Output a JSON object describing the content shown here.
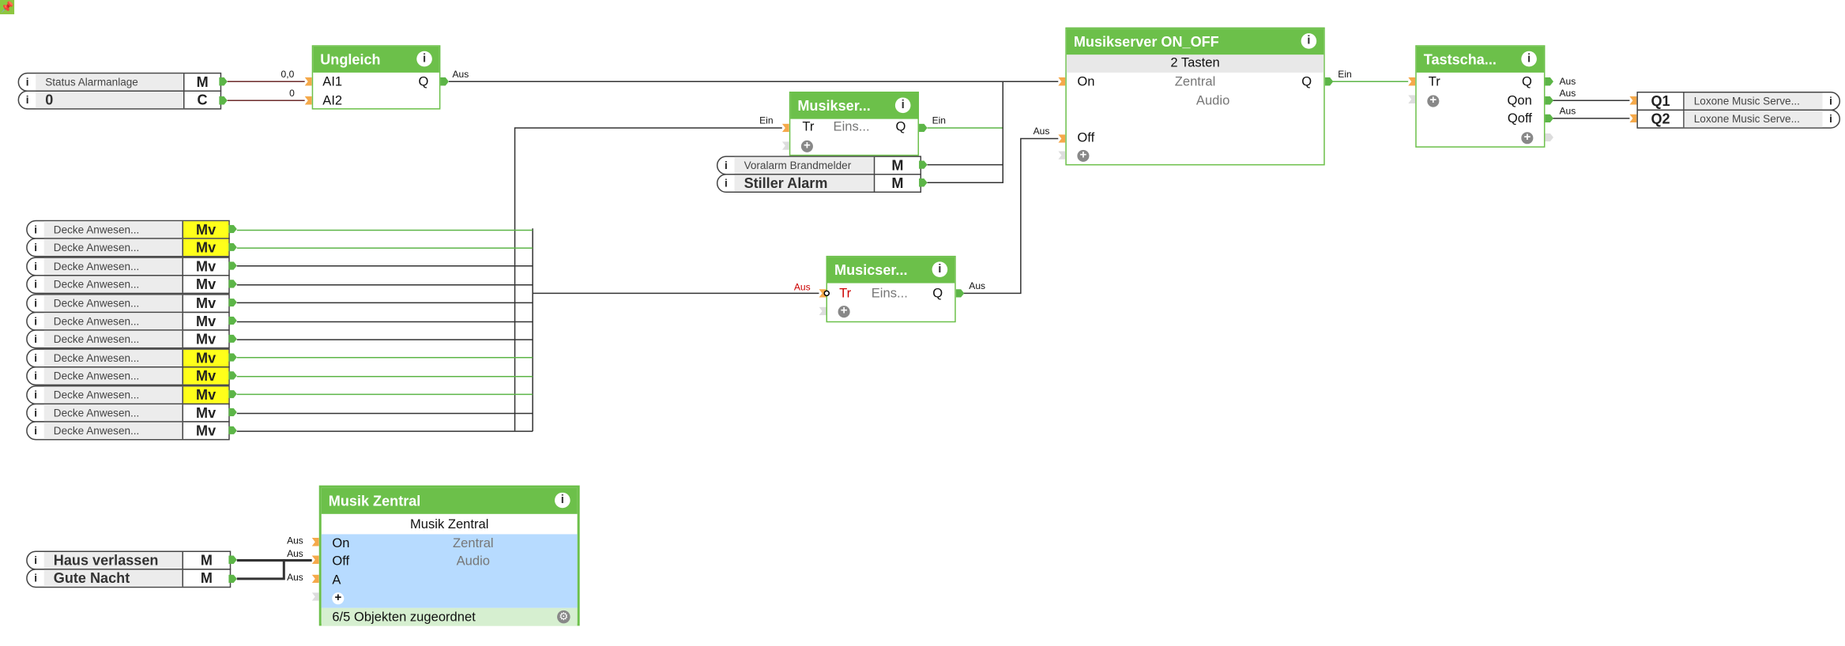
{
  "toolbar": {
    "pin_icon": "pin-icon"
  },
  "colors": {
    "block_green": "#6cc04a",
    "connector_green": "#5cb547",
    "input_orange": "#f5a94a",
    "active_yellow": "#ffff1a",
    "selected_blue": "#b7dbff"
  },
  "inputs_top": [
    {
      "label": "Status Alarmanlage",
      "type": "M"
    },
    {
      "label": "0",
      "type": "C"
    }
  ],
  "ungleich": {
    "title": "Ungleich",
    "in1": "AI1",
    "in2": "AI2",
    "out": "Q",
    "in1_value": "0,0",
    "in2_value": "0",
    "out_value": "Aus"
  },
  "musikser": {
    "title": "Musikser...",
    "in": "Tr",
    "param": "Eins...",
    "out": "Q",
    "in_value": "Ein",
    "out_value": "Ein"
  },
  "alarm_inputs": [
    {
      "label": "Voralarm Brandmelder",
      "type": "M"
    },
    {
      "label": "Stiller Alarm",
      "type": "M"
    }
  ],
  "onoff": {
    "title": "Musikserver ON_OFF",
    "subtitle": "2 Tasten",
    "in_on": "On",
    "in_off": "Off",
    "out": "Q",
    "line1": "Zentral",
    "line2": "Audio",
    "off_value": "Aus",
    "out_value": "Ein"
  },
  "tastschalter": {
    "title": "Tastscha...",
    "in": "Tr",
    "out_q": "Q",
    "out_qon": "Qon",
    "out_qoff": "Qoff",
    "q_value": "Aus",
    "qon_value": "Aus",
    "qoff_value": "Aus"
  },
  "outputs": [
    {
      "type": "Q1",
      "label": "Loxone Music Serve..."
    },
    {
      "type": "Q2",
      "label": "Loxone Music Serve..."
    }
  ],
  "presence_inputs": [
    {
      "label": "Decke Anwesen...",
      "type": "Mv",
      "active": true
    },
    {
      "label": "Decke Anwesen...",
      "type": "Mv",
      "active": true
    },
    {
      "label": "Decke Anwesen...",
      "type": "Mv",
      "active": false
    },
    {
      "label": "Decke Anwesen...",
      "type": "Mv",
      "active": false
    },
    {
      "label": "Decke Anwesen...",
      "type": "Mv",
      "active": false
    },
    {
      "label": "Decke Anwesen...",
      "type": "Mv",
      "active": false
    },
    {
      "label": "Decke Anwesen...",
      "type": "Mv",
      "active": false
    },
    {
      "label": "Decke Anwesen...",
      "type": "Mv",
      "active": true
    },
    {
      "label": "Decke Anwesen...",
      "type": "Mv",
      "active": true
    },
    {
      "label": "Decke Anwesen...",
      "type": "Mv",
      "active": true
    },
    {
      "label": "Decke Anwesen...",
      "type": "Mv",
      "active": false
    },
    {
      "label": "Decke Anwesen...",
      "type": "Mv",
      "active": false
    }
  ],
  "musicser": {
    "title": "Musicser...",
    "in": "Tr",
    "param": "Eins...",
    "out": "Q",
    "in_value": "Aus",
    "out_value": "Aus"
  },
  "zentral": {
    "title": "Musik Zentral",
    "name": "Musik Zentral",
    "in_on": "On",
    "in_off": "Off",
    "in_a": "A",
    "plus": "+",
    "line1": "Zentral",
    "line2": "Audio",
    "footer": "6/5 Objekten zugeordnet",
    "on_value": "Aus",
    "off_value": "Aus",
    "a_value": "Aus"
  },
  "bottom_inputs": [
    {
      "label": "Haus verlassen",
      "type": "M"
    },
    {
      "label": "Gute Nacht",
      "type": "M"
    }
  ]
}
